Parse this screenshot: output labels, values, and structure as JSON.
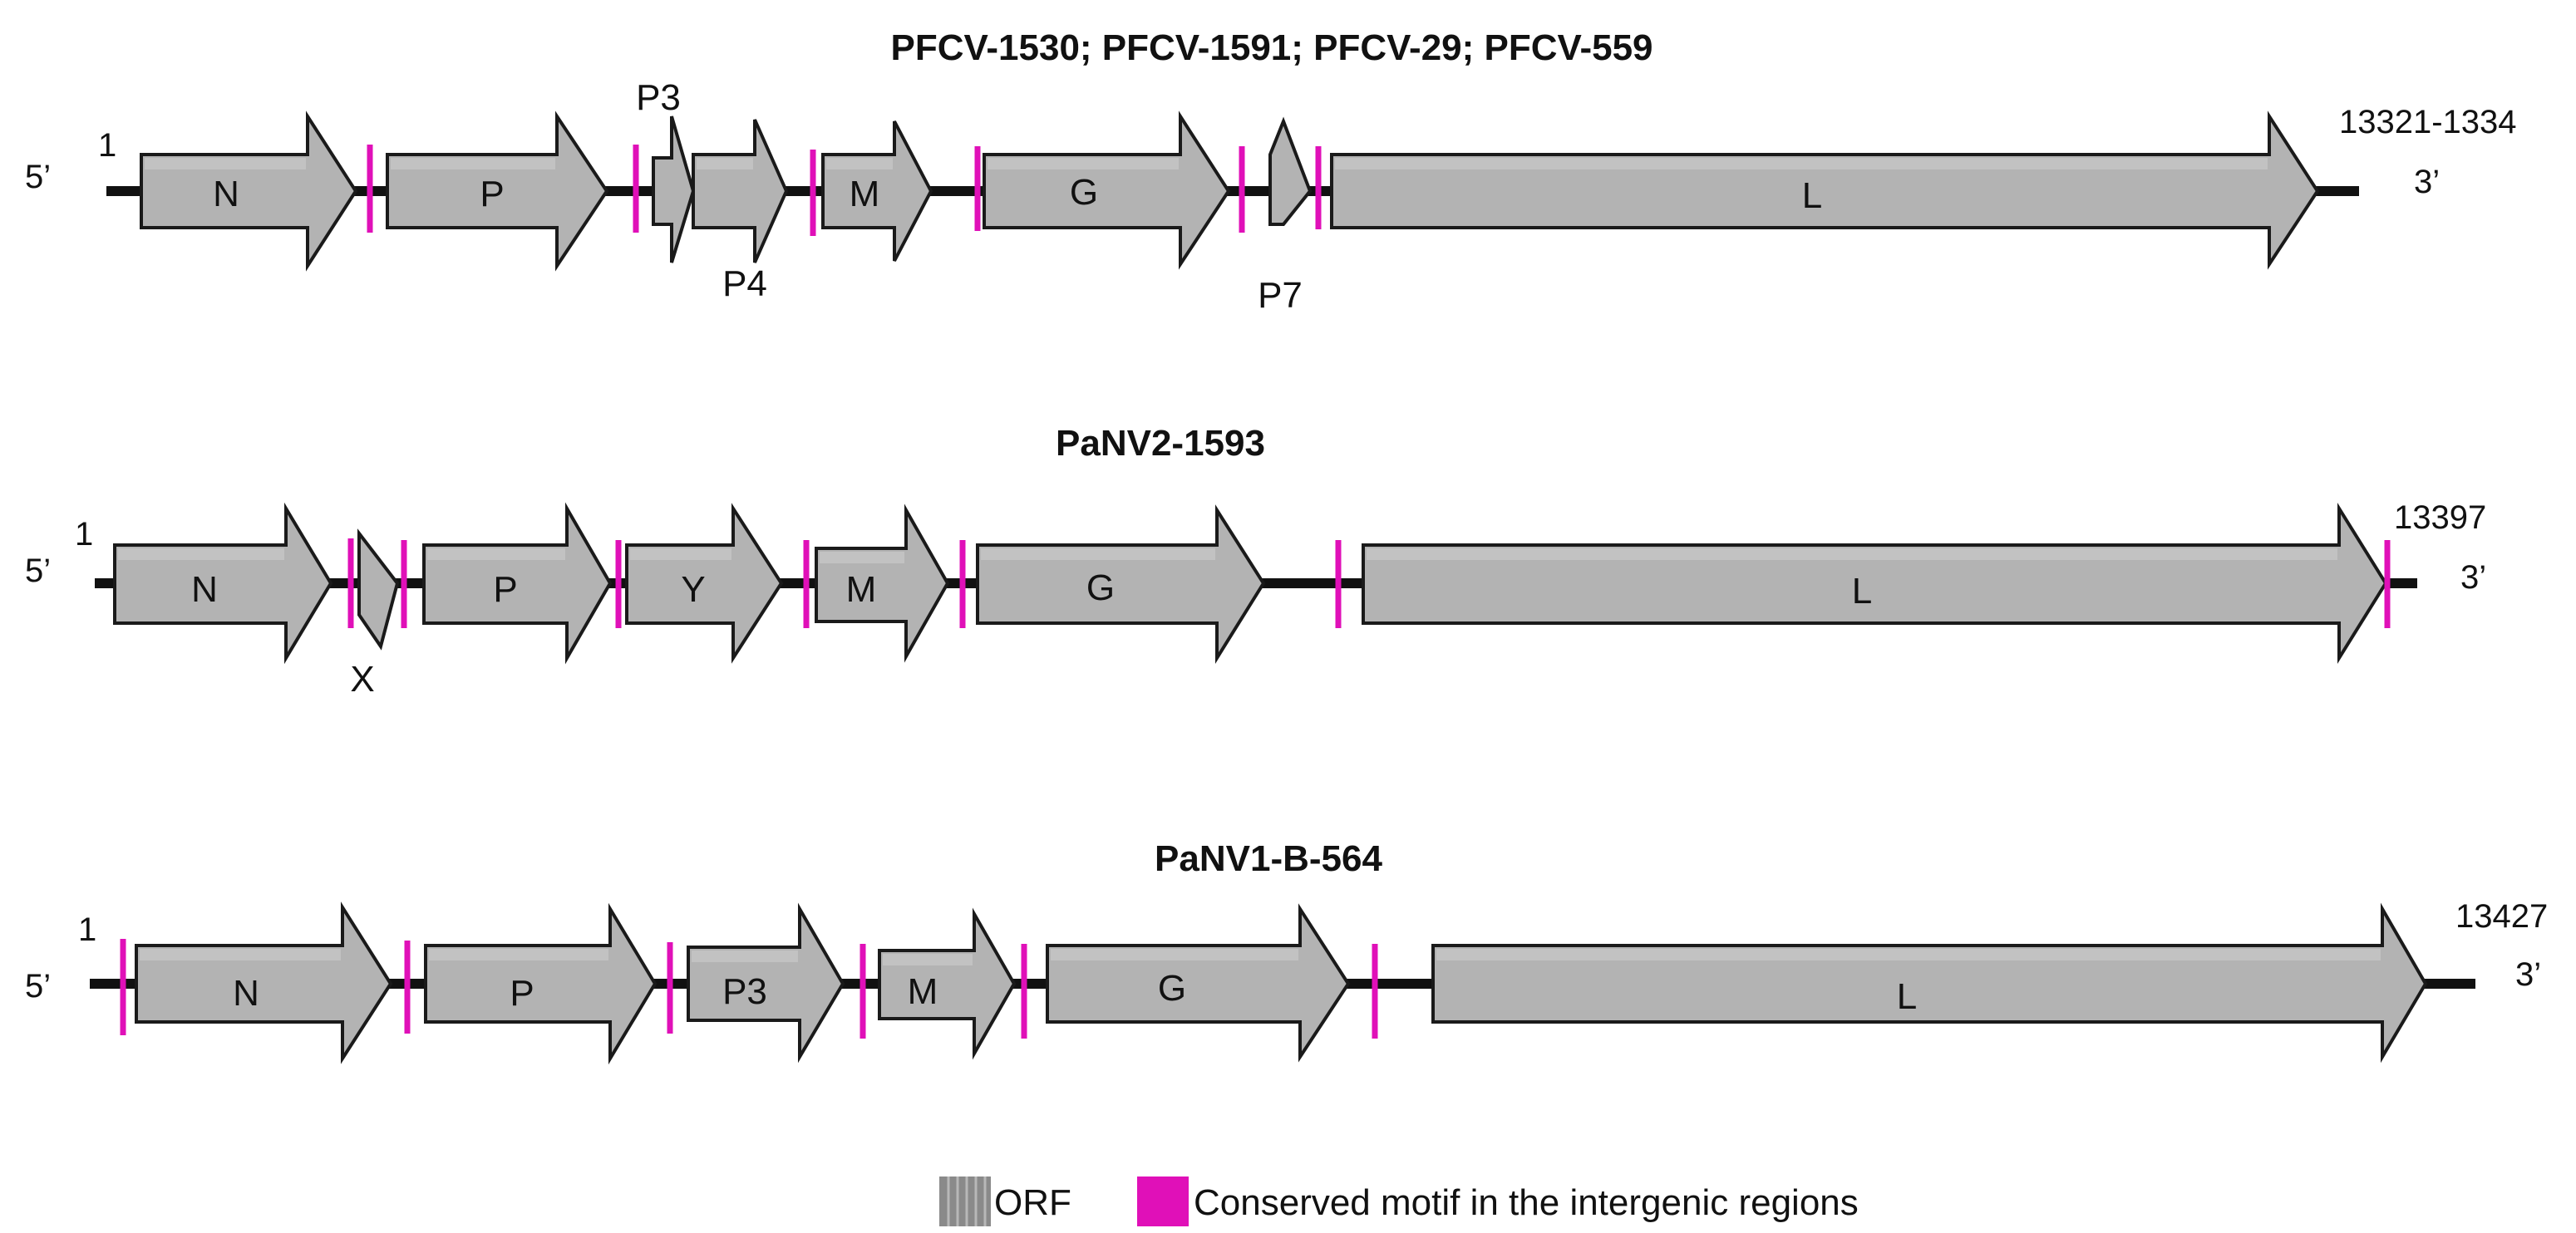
{
  "colors": {
    "backbone": "#111111",
    "gene_fill": "#b3b3b3",
    "gene_stroke": "#1a1a1a",
    "motif": "#e010b8",
    "orf_legend": "#8a8a8a"
  },
  "genomes": [
    {
      "title": "PFCV-1530; PFCV-1591; PFCV-29; PFCV-559",
      "five_prime": "5’",
      "three_prime": "3’",
      "start_label": "1",
      "end_label": "13321-1334",
      "genes": [
        {
          "name": "N"
        },
        {
          "name": "P"
        },
        {
          "name": "P3"
        },
        {
          "name": "P4"
        },
        {
          "name": "M"
        },
        {
          "name": "G"
        },
        {
          "name": "P7"
        },
        {
          "name": "L"
        }
      ]
    },
    {
      "title": "PaNV2-1593",
      "five_prime": "5’",
      "three_prime": "3’",
      "start_label": "1",
      "end_label": "13397",
      "genes": [
        {
          "name": "N"
        },
        {
          "name": "X"
        },
        {
          "name": "P"
        },
        {
          "name": "Y"
        },
        {
          "name": "M"
        },
        {
          "name": "G"
        },
        {
          "name": "L"
        }
      ]
    },
    {
      "title": "PaNV1-B-564",
      "five_prime": "5’",
      "three_prime": "3’",
      "start_label": "1",
      "end_label": "13427",
      "genes": [
        {
          "name": "N"
        },
        {
          "name": "P"
        },
        {
          "name": "P3"
        },
        {
          "name": "M"
        },
        {
          "name": "G"
        },
        {
          "name": "L"
        }
      ]
    }
  ],
  "legend": {
    "orf_label": "ORF",
    "motif_label": "Conserved motif in the intergenic regions"
  }
}
